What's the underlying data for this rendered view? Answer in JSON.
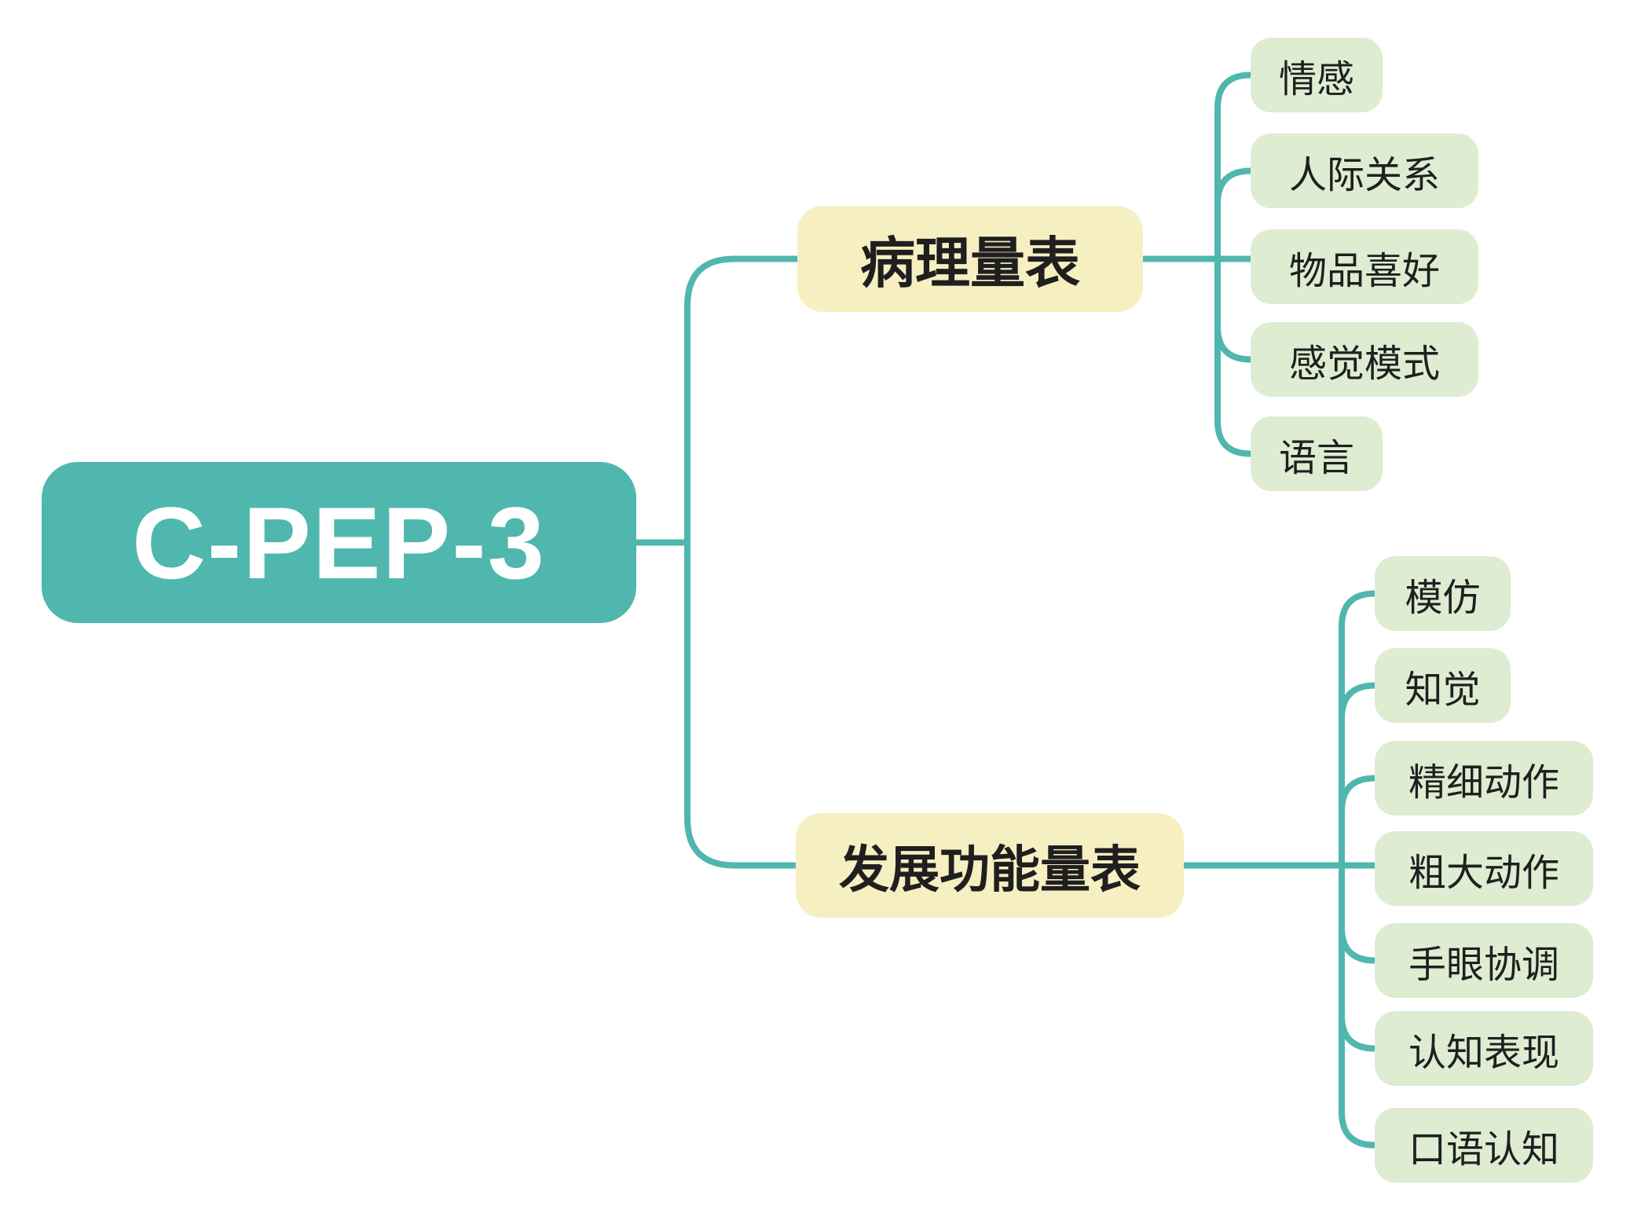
{
  "root": {
    "label": "C-PEP-3"
  },
  "branches": [
    {
      "label": "病理量表",
      "children": [
        "情感",
        "人际关系",
        "物品喜好",
        "感觉模式",
        "语言"
      ]
    },
    {
      "label": "发展功能量表",
      "children": [
        "模仿",
        "知觉",
        "精细动作",
        "粗大动作",
        "手眼协调",
        "认知表现",
        "口语认知"
      ]
    }
  ],
  "colors": {
    "background": "#FFFFFF",
    "root_bg": "#4FB7AE",
    "root_text": "#FFFFFF",
    "branch_bg": "#F6EFC1",
    "leaf_bg": "#DEECD2",
    "node_text": "#1F1F1F",
    "connector": "#4FB7AE"
  }
}
